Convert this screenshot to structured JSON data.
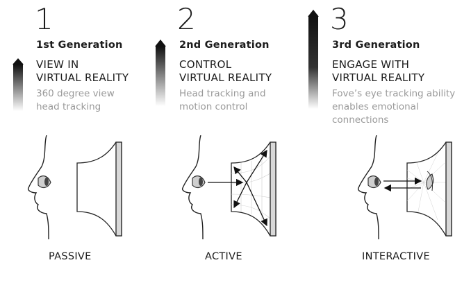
{
  "generations": [
    {
      "number": "1",
      "title": "1st Generation",
      "headline": [
        "VIEW IN",
        "VIRTUAL REALITY"
      ],
      "description": [
        "360 degree view",
        "head tracking"
      ],
      "label": "PASSIVE"
    },
    {
      "number": "2",
      "title": "2nd Generation",
      "headline": [
        "CONTROL",
        "VIRTUAL REALITY"
      ],
      "description": [
        "Head tracking and",
        "motion control"
      ],
      "label": "ACTIVE"
    },
    {
      "number": "3",
      "title": "3rd Generation",
      "headline": [
        "ENGAGE WITH",
        "VIRTUAL REALITY"
      ],
      "description": [
        "Fove’s eye tracking ability",
        "enables emotional",
        "connections"
      ],
      "label": "INTERACTIVE"
    }
  ],
  "colors": {
    "text": "#1c1c1c",
    "muted": "#9a9a9a",
    "bar_top": "#111111"
  }
}
